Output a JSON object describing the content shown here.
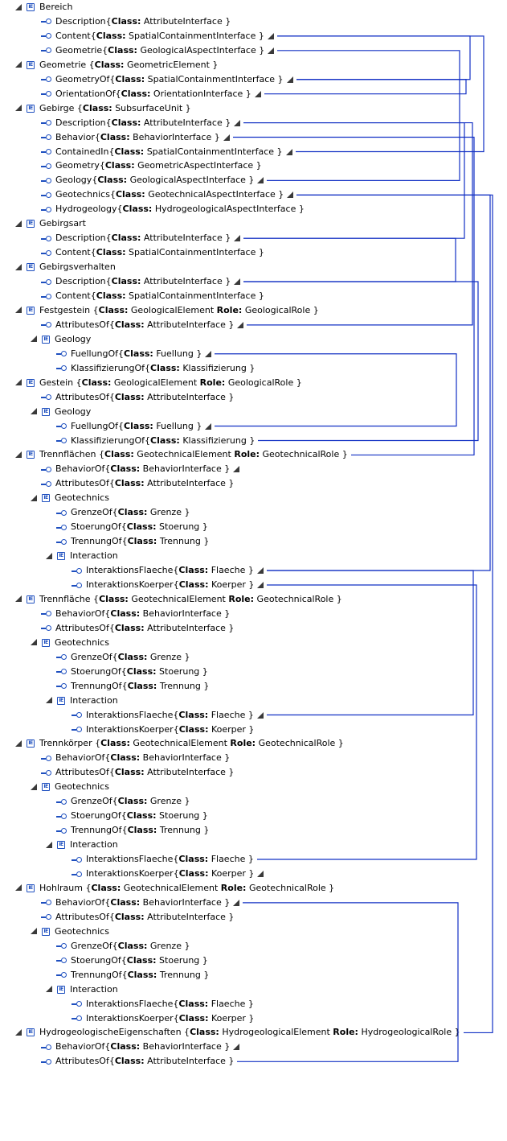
{
  "rows": [
    {
      "kind": "element",
      "level": 0,
      "name": "Bereich"
    },
    {
      "kind": "interface",
      "level": 1,
      "name": "Description",
      "cls": "AttributeInterface"
    },
    {
      "kind": "interface",
      "level": 1,
      "name": "Content",
      "cls": "SpatialContainmentInterface",
      "linked": true
    },
    {
      "kind": "interface",
      "level": 1,
      "name": "Geometrie",
      "cls": "GeologicalAspectInterface",
      "linked": true
    },
    {
      "kind": "element",
      "level": 0,
      "name": "Geometrie",
      "cls": "GeometricElement"
    },
    {
      "kind": "interface",
      "level": 1,
      "name": "GeometryOf",
      "cls": "SpatialContainmentInterface",
      "linked": true
    },
    {
      "kind": "interface",
      "level": 1,
      "name": "OrientationOf",
      "cls": "OrientationInterface",
      "linked": true
    },
    {
      "kind": "element",
      "level": 0,
      "name": "Gebirge",
      "cls": "SubsurfaceUnit"
    },
    {
      "kind": "interface",
      "level": 1,
      "name": "Description",
      "cls": "AttributeInterface",
      "linked": true
    },
    {
      "kind": "interface",
      "level": 1,
      "name": "Behavior",
      "cls": "BehaviorInterface",
      "linked": true
    },
    {
      "kind": "interface",
      "level": 1,
      "name": "ContainedIn",
      "cls": "SpatialContainmentInterface",
      "linked": true
    },
    {
      "kind": "interface",
      "level": 1,
      "name": "Geometry",
      "cls": "GeometricAspectInterface"
    },
    {
      "kind": "interface",
      "level": 1,
      "name": "Geology",
      "cls": "GeologicalAspectInterface",
      "linked": true
    },
    {
      "kind": "interface",
      "level": 1,
      "name": "Geotechnics",
      "cls": "GeotechnicalAspectInterface",
      "linked": true
    },
    {
      "kind": "interface",
      "level": 1,
      "name": "Hydrogeology",
      "cls": "HydrogeologicalAspectInterface"
    },
    {
      "kind": "element",
      "level": 0,
      "name": "Gebirgsart"
    },
    {
      "kind": "interface",
      "level": 1,
      "name": "Description",
      "cls": "AttributeInterface",
      "linked": true
    },
    {
      "kind": "interface",
      "level": 1,
      "name": "Content",
      "cls": "SpatialContainmentInterface"
    },
    {
      "kind": "element",
      "level": 0,
      "name": "Gebirgsverhalten"
    },
    {
      "kind": "interface",
      "level": 1,
      "name": "Description",
      "cls": "AttributeInterface",
      "linked": true
    },
    {
      "kind": "interface",
      "level": 1,
      "name": "Content",
      "cls": "SpatialContainmentInterface"
    },
    {
      "kind": "element",
      "level": 0,
      "name": "Festgestein",
      "cls": "GeologicalElement",
      "role": "GeologicalRole"
    },
    {
      "kind": "interface",
      "level": 1,
      "name": "AttributesOf",
      "cls": "AttributeInterface",
      "linked": true
    },
    {
      "kind": "element",
      "level": 1,
      "name": "Geology"
    },
    {
      "kind": "interface",
      "level": 2,
      "name": "FuellungOf",
      "cls": "Fuellung",
      "linked": true
    },
    {
      "kind": "interface",
      "level": 2,
      "name": "KlassifizierungOf",
      "cls": "Klassifizierung"
    },
    {
      "kind": "element",
      "level": 0,
      "name": "Gestein",
      "cls": "GeologicalElement",
      "role": "GeologicalRole"
    },
    {
      "kind": "interface",
      "level": 1,
      "name": "AttributesOf",
      "cls": "AttributeInterface"
    },
    {
      "kind": "element",
      "level": 1,
      "name": "Geology"
    },
    {
      "kind": "interface",
      "level": 2,
      "name": "FuellungOf",
      "cls": "Fuellung",
      "linked": true
    },
    {
      "kind": "interface",
      "level": 2,
      "name": "KlassifizierungOf",
      "cls": "Klassifizierung"
    },
    {
      "kind": "element",
      "level": 0,
      "name": "Trennflächen",
      "cls": "GeotechnicalElement",
      "role": "GeotechnicalRole"
    },
    {
      "kind": "interface",
      "level": 1,
      "name": "BehaviorOf",
      "cls": "BehaviorInterface",
      "linked": true
    },
    {
      "kind": "interface",
      "level": 1,
      "name": "AttributesOf",
      "cls": "AttributeInterface"
    },
    {
      "kind": "element",
      "level": 1,
      "name": "Geotechnics"
    },
    {
      "kind": "interface",
      "level": 2,
      "name": "GrenzeOf",
      "cls": "Grenze"
    },
    {
      "kind": "interface",
      "level": 2,
      "name": "StoerungOf",
      "cls": "Stoerung"
    },
    {
      "kind": "interface",
      "level": 2,
      "name": "TrennungOf",
      "cls": "Trennung"
    },
    {
      "kind": "element",
      "level": 2,
      "name": "Interaction"
    },
    {
      "kind": "interface",
      "level": 3,
      "name": "InteraktionsFlaeche",
      "cls": "Flaeche",
      "linked": true
    },
    {
      "kind": "interface",
      "level": 3,
      "name": "InteraktionsKoerper",
      "cls": "Koerper",
      "linked": true
    },
    {
      "kind": "element",
      "level": 0,
      "name": "Trennfläche",
      "cls": "GeotechnicalElement",
      "role": "GeotechnicalRole"
    },
    {
      "kind": "interface",
      "level": 1,
      "name": "BehaviorOf",
      "cls": "BehaviorInterface"
    },
    {
      "kind": "interface",
      "level": 1,
      "name": "AttributesOf",
      "cls": "AttributeInterface"
    },
    {
      "kind": "element",
      "level": 1,
      "name": "Geotechnics"
    },
    {
      "kind": "interface",
      "level": 2,
      "name": "GrenzeOf",
      "cls": "Grenze"
    },
    {
      "kind": "interface",
      "level": 2,
      "name": "StoerungOf",
      "cls": "Stoerung"
    },
    {
      "kind": "interface",
      "level": 2,
      "name": "TrennungOf",
      "cls": "Trennung"
    },
    {
      "kind": "element",
      "level": 2,
      "name": "Interaction"
    },
    {
      "kind": "interface",
      "level": 3,
      "name": "InteraktionsFlaeche",
      "cls": "Flaeche",
      "linked": true
    },
    {
      "kind": "interface",
      "level": 3,
      "name": "InteraktionsKoerper",
      "cls": "Koerper"
    },
    {
      "kind": "element",
      "level": 0,
      "name": "Trennkörper",
      "cls": "GeotechnicalElement",
      "role": "GeotechnicalRole"
    },
    {
      "kind": "interface",
      "level": 1,
      "name": "BehaviorOf",
      "cls": "BehaviorInterface"
    },
    {
      "kind": "interface",
      "level": 1,
      "name": "AttributesOf",
      "cls": "AttributeInterface"
    },
    {
      "kind": "element",
      "level": 1,
      "name": "Geotechnics"
    },
    {
      "kind": "interface",
      "level": 2,
      "name": "GrenzeOf",
      "cls": "Grenze"
    },
    {
      "kind": "interface",
      "level": 2,
      "name": "StoerungOf",
      "cls": "Stoerung"
    },
    {
      "kind": "interface",
      "level": 2,
      "name": "TrennungOf",
      "cls": "Trennung"
    },
    {
      "kind": "element",
      "level": 2,
      "name": "Interaction"
    },
    {
      "kind": "interface",
      "level": 3,
      "name": "InteraktionsFlaeche",
      "cls": "Flaeche"
    },
    {
      "kind": "interface",
      "level": 3,
      "name": "InteraktionsKoerper",
      "cls": "Koerper",
      "linked": true
    },
    {
      "kind": "element",
      "level": 0,
      "name": "Hohlraum",
      "cls": "GeotechnicalElement",
      "role": "GeotechnicalRole"
    },
    {
      "kind": "interface",
      "level": 1,
      "name": "BehaviorOf",
      "cls": "BehaviorInterface",
      "linked": true
    },
    {
      "kind": "interface",
      "level": 1,
      "name": "AttributesOf",
      "cls": "AttributeInterface"
    },
    {
      "kind": "element",
      "level": 1,
      "name": "Geotechnics"
    },
    {
      "kind": "interface",
      "level": 2,
      "name": "GrenzeOf",
      "cls": "Grenze"
    },
    {
      "kind": "interface",
      "level": 2,
      "name": "StoerungOf",
      "cls": "Stoerung"
    },
    {
      "kind": "interface",
      "level": 2,
      "name": "TrennungOf",
      "cls": "Trennung"
    },
    {
      "kind": "element",
      "level": 2,
      "name": "Interaction"
    },
    {
      "kind": "interface",
      "level": 3,
      "name": "InteraktionsFlaeche",
      "cls": "Flaeche"
    },
    {
      "kind": "interface",
      "level": 3,
      "name": "InteraktionsKoerper",
      "cls": "Koerper"
    },
    {
      "kind": "element",
      "level": 0,
      "name": "HydrogeologischeEigenschaften",
      "cls": "HydrogeologicalElement",
      "role": "HydrogeologicalRole"
    },
    {
      "kind": "interface",
      "level": 1,
      "name": "BehaviorOf",
      "cls": "BehaviorInterface",
      "linked": true
    },
    {
      "kind": "interface",
      "level": 1,
      "name": "AttributesOf",
      "cls": "AttributeInterface"
    }
  ],
  "labels": {
    "class_key": "Class:",
    "role_key": "Role:"
  },
  "links": [
    [
      2,
      5
    ],
    [
      3,
      12
    ],
    [
      6,
      5
    ],
    [
      8,
      16
    ],
    [
      9,
      31
    ],
    [
      10,
      2
    ],
    [
      13,
      39
    ],
    [
      16,
      19
    ],
    [
      19,
      30
    ],
    [
      22,
      8
    ],
    [
      24,
      29
    ],
    [
      39,
      49
    ],
    [
      40,
      59
    ],
    [
      62,
      73
    ],
    [
      13,
      71
    ]
  ],
  "colors": {
    "link": "#1230c4",
    "icon": "#1e4fbf"
  }
}
